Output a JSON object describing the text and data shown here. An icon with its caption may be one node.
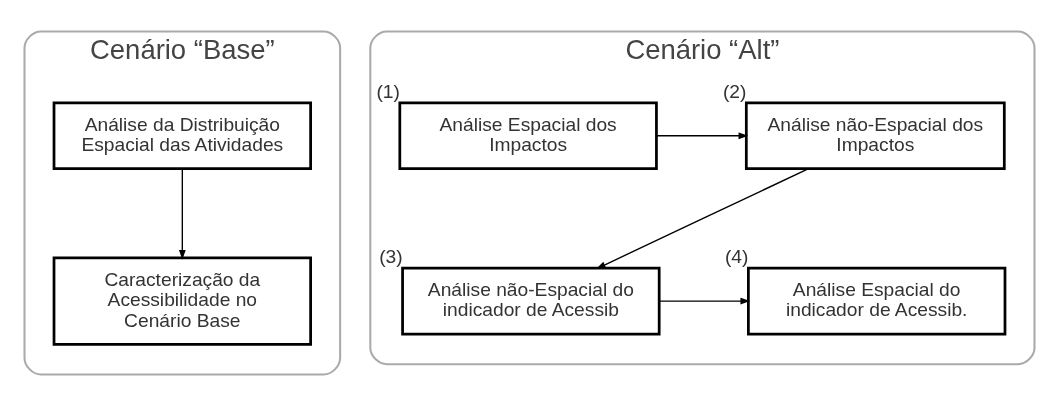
{
  "diagram": {
    "nodes": [
      {
        "text": [
          "Cenário “Base”"
        ]
      },
      {
        "text": [
          "Análise da Distribuição Espacial das Atividades"
        ],
        "in": 0
      },
      {
        "text": [
          "Caracterização da Acessibilidade no Cenário Base"
        ],
        "in": 0
      },
      {
        "text": [
          "Cenário “Alt”"
        ]
      },
      {
        "text": [
          "Análise Espacial dos Impactos"
        ],
        "in": 3,
        "beside": [
          "(1)"
        ]
      },
      {
        "text": [
          "Análise não-Espacial dos Impactos"
        ],
        "in": 3,
        "beside": [
          "(2)"
        ]
      },
      {
        "text": [
          "Análise não-Espacial do indicador de Acessib"
        ],
        "in": 3,
        "beside": [
          "(3)"
        ]
      },
      {
        "text": [
          "Análise Espacial do indicador de Acessib."
        ],
        "in": 3,
        "beside": [
          "(4)"
        ]
      }
    ],
    "edges": [
      {
        "from": 1,
        "to": 2,
        "arrow": "to"
      },
      {
        "from": 4,
        "to": 5,
        "arrow": "to"
      },
      {
        "from": 5,
        "to": 6,
        "arrow": "to"
      },
      {
        "from": 6,
        "to": 7,
        "arrow": "to"
      }
    ]
  }
}
